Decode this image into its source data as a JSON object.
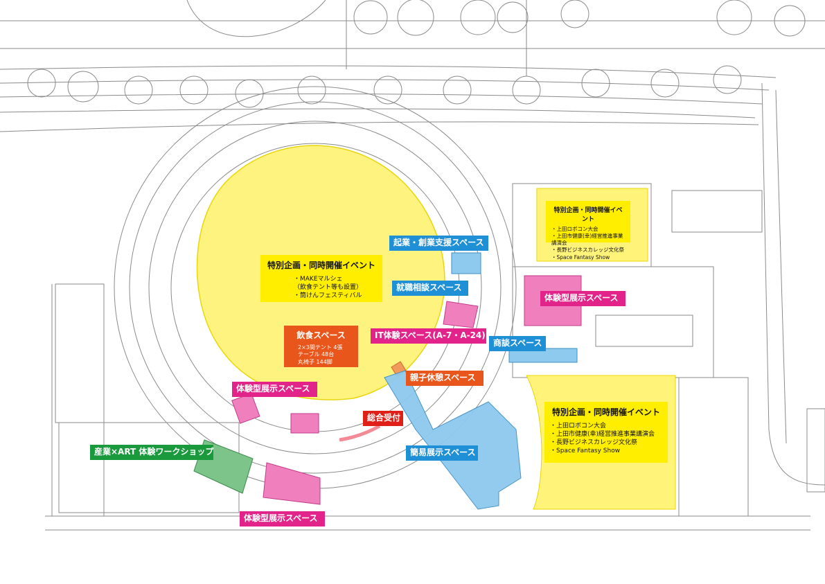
{
  "colors": {
    "yellow_zone": "#fff37a",
    "blue_zone": "#8ec9ee",
    "pink_zone": "#ef7fbd",
    "green_zone": "#7cc48a",
    "orange_zone": "#f29a5c",
    "linework": "#8a8a8a",
    "label_blue": "#1f8fd6",
    "label_pink": "#e2238a",
    "label_green": "#1a9a3c",
    "label_orange": "#e9561c",
    "label_red": "#e02018",
    "label_yellow": "#ffee00"
  },
  "labels": {
    "startup_support": "起業・創業支援スペース",
    "job_consult": "就職相談スペース",
    "it_experience": "IT体験スペース(A-7・A-24)",
    "business_talk": "商談スペース",
    "parent_child_rest": "親子休憩スペース",
    "simple_exhibit": "簡易展示スペース",
    "reception": "総合受付",
    "experience_exhibit_east": "体験型展示スペース",
    "experience_exhibit_west": "体験型展示スペース",
    "experience_exhibit_south": "体験型展示スペース",
    "industry_art_workshop": "産業×ART 体験ワークショップ"
  },
  "events_center": {
    "title": "特別企画・同時開催イベント",
    "items": [
      "・MAKEマルシェ",
      "（飲食テント等も設置）",
      "・筒けんフェスティバル"
    ]
  },
  "events_north": {
    "title": "特別企画・同時開催イベント",
    "items": [
      "・上田ロボコン大会",
      "・上田市健康(幸)経営推進事業講演会",
      "・長野ビジネスカレッジ文化祭",
      "・Space Fantasy Show"
    ]
  },
  "events_south": {
    "title": "特別企画・同時開催イベント",
    "items": [
      "・上田ロボコン大会",
      "・上田市健康(幸)経営推進事業講演会",
      "・長野ビジネスカレッジ文化祭",
      "・Space Fantasy Show"
    ]
  },
  "food_space": {
    "title": "飲食スペース",
    "items": [
      "2×3間テント 4張",
      "テーブル 48台",
      "丸椅子 144脚"
    ]
  }
}
